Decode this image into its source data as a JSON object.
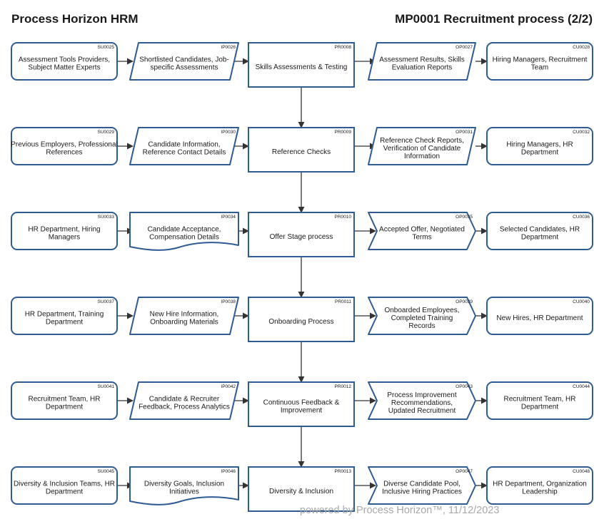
{
  "header": {
    "company": "Process Horizon HRM",
    "process": "MP0001 Recruitment process (2/2)"
  },
  "footer": "powered by Process Horizon™, 11/12/2023",
  "colors": {
    "stroke": "#2f5b93",
    "arrow": "#333333"
  },
  "rows": [
    {
      "supplier": {
        "code": "SU0025",
        "lines": [
          "Assessment Tools Providers,",
          "Subject Matter Experts"
        ]
      },
      "input": {
        "code": "IP0026",
        "shape": "parallelogram",
        "lines": [
          "Shortlisted Candidates, Job-",
          "specific Assessments"
        ]
      },
      "process": {
        "code": "PR0008",
        "lines": [
          "Skills Assessments & Testing"
        ]
      },
      "output": {
        "code": "OP0027",
        "shape": "parallelogram",
        "lines": [
          "Assessment Results, Skills",
          "Evaluation Reports"
        ]
      },
      "customer": {
        "code": "CU0028",
        "lines": [
          "Hiring Managers, Recruitment",
          "Team"
        ]
      }
    },
    {
      "supplier": {
        "code": "SU0029",
        "lines": [
          "Previous Employers, Professional",
          "References"
        ]
      },
      "input": {
        "code": "IP0030",
        "shape": "parallelogram",
        "lines": [
          "Candidate Information,",
          "Reference Contact Details"
        ]
      },
      "process": {
        "code": "PR0009",
        "lines": [
          "Reference Checks"
        ]
      },
      "output": {
        "code": "OP0031",
        "shape": "parallelogram",
        "lines": [
          "Reference Check Reports,",
          "Verification of Candidate",
          "Information"
        ]
      },
      "customer": {
        "code": "CU0032",
        "lines": [
          "Hiring Managers, HR",
          "Department"
        ]
      }
    },
    {
      "supplier": {
        "code": "SU0033",
        "lines": [
          "HR Department, Hiring",
          "Managers"
        ]
      },
      "input": {
        "code": "IP0034",
        "shape": "document",
        "lines": [
          "Candidate Acceptance,",
          "Compensation Details"
        ]
      },
      "process": {
        "code": "PR0010",
        "lines": [
          "Offer Stage process"
        ]
      },
      "output": {
        "code": "OP0035",
        "shape": "chevron",
        "lines": [
          "Accepted Offer, Negotiated",
          "Terms"
        ]
      },
      "customer": {
        "code": "CU0036",
        "lines": [
          "Selected Candidates, HR",
          "Department"
        ]
      }
    },
    {
      "supplier": {
        "code": "SU0037",
        "lines": [
          "HR Department, Training",
          "Department"
        ]
      },
      "input": {
        "code": "IP0038",
        "shape": "parallelogram",
        "lines": [
          "New Hire Information,",
          "Onboarding Materials"
        ]
      },
      "process": {
        "code": "PR0011",
        "lines": [
          "Onboarding Process"
        ]
      },
      "output": {
        "code": "OP0039",
        "shape": "chevron",
        "lines": [
          "Onboarded Employees,",
          "Completed Training",
          "Records"
        ]
      },
      "customer": {
        "code": "CU0040",
        "lines": [
          "New Hires, HR Department"
        ]
      }
    },
    {
      "supplier": {
        "code": "SU0041",
        "lines": [
          "Recruitment Team, HR",
          "Department"
        ]
      },
      "input": {
        "code": "IP0042",
        "shape": "parallelogram",
        "lines": [
          "Candidate & Recruiter",
          "Feedback, Process Analytics"
        ]
      },
      "process": {
        "code": "PR0012",
        "lines": [
          "Continuous Feedback &",
          "Improvement"
        ]
      },
      "output": {
        "code": "OP0043",
        "shape": "chevron",
        "lines": [
          "Process Improvement",
          "Recommendations,",
          "Updated Recruitment"
        ]
      },
      "customer": {
        "code": "CU0044",
        "lines": [
          "Recruitment Team, HR",
          "Department"
        ]
      }
    },
    {
      "supplier": {
        "code": "SU0045",
        "lines": [
          "Diversity & Inclusion Teams, HR",
          "Department"
        ]
      },
      "input": {
        "code": "IP0046",
        "shape": "document",
        "lines": [
          "Diversity Goals, Inclusion",
          "Initiatives"
        ]
      },
      "process": {
        "code": "PR0013",
        "lines": [
          "Diversity & Inclusion"
        ]
      },
      "output": {
        "code": "OP0047",
        "shape": "chevron",
        "lines": [
          "Diverse Candidate Pool,",
          "Inclusive Hiring Practices"
        ]
      },
      "customer": {
        "code": "CU0048",
        "lines": [
          "HR Department, Organization",
          "Leadership"
        ]
      }
    }
  ]
}
